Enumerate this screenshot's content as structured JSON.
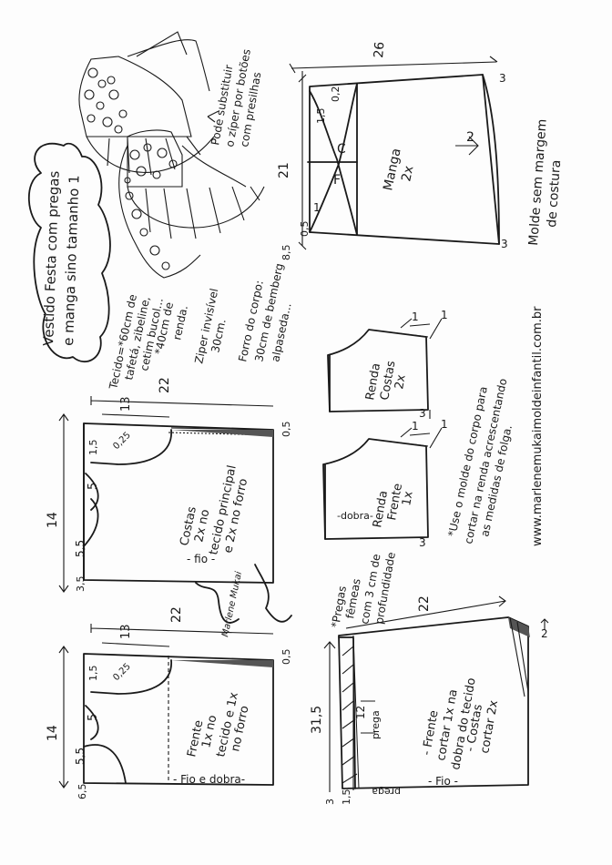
{
  "title": {
    "line1": "Vestido Festa com pregas",
    "line2": "e manga sino tamanho 1"
  },
  "fabric_notes": [
    "Tecido=*60cm de",
    "tafetá, zibeline,",
    "cetim bucol...",
    "*40cm de",
    "renda.",
    "Ziper invisível",
    "30cm.",
    "Forro do corpo:",
    "30cm de bemberg",
    "alpaseda..."
  ],
  "zipper_note": [
    "Pode substituir",
    "o zíper por botões",
    "com presilhas"
  ],
  "sleeve": {
    "label_line1": "Manga",
    "label_line2": "2x",
    "top": "26",
    "height": "21",
    "cap": "1,5",
    "corner": "0,2",
    "mark_c": "C",
    "mark_f": "F",
    "mark_2": "2",
    "mark_1": "1",
    "bottom_left": "8,5",
    "hem_left": "0,5",
    "hem_right": "3",
    "cap_right": "3"
  },
  "sleeve_note": [
    "Molde sem margem",
    "de costura"
  ],
  "lace_back": {
    "line1": "Renda",
    "line2": "Costas",
    "line3": "2x",
    "top_mark": "1",
    "bottom": "3",
    "side_mark": "1"
  },
  "lace_front": {
    "line1": "Renda",
    "line2": "Frente",
    "line3": "1x",
    "fold": "-dobra-",
    "top_mark": "1",
    "bottom": "3",
    "side_mark": "1"
  },
  "lace_note": [
    "*Use o molde do corpo para",
    "cortar na renda acrescentando",
    "as medidas de folga."
  ],
  "website": "www.marlenemukaimoldeinfantil.com.br",
  "back": {
    "label": [
      "Costas",
      "2x no",
      "tecido principal",
      "e 2x no forro"
    ],
    "grain": "- fio -",
    "width": "22",
    "neck_width": "13",
    "height": "14",
    "neck_drop": "1,5",
    "shoulder": "0,25",
    "armhole": "5",
    "lower": "5,5",
    "bottom": "3,5",
    "side": "0,5"
  },
  "front": {
    "label": [
      "Frente",
      "1x no",
      "tecido e 1x",
      "no forro"
    ],
    "grain": "- Fio e dobra-",
    "width": "22",
    "neck_width": "13",
    "height": "14",
    "neck_drop": "1,5",
    "shoulder": "0,25",
    "armhole": "5",
    "lower": "5,5",
    "bottom": "6,5",
    "side": "0,5"
  },
  "skirt": {
    "pleat_note": [
      "*Pregas",
      "fêmeas",
      "com 3 cm de",
      "profundidade"
    ],
    "label": [
      "- Frente",
      "cortar 1x na",
      "dobra do tecido",
      "- Costas",
      "cortar 2x"
    ],
    "width": "22",
    "height": "31,5",
    "pleat_height": "12",
    "pleat_top": "prega",
    "pleat_bottom": "prega",
    "grain": "- Fio -",
    "right": "2",
    "left_bottom": "1,5",
    "bottom_left": "3"
  },
  "signature": "Marlene Mukai"
}
